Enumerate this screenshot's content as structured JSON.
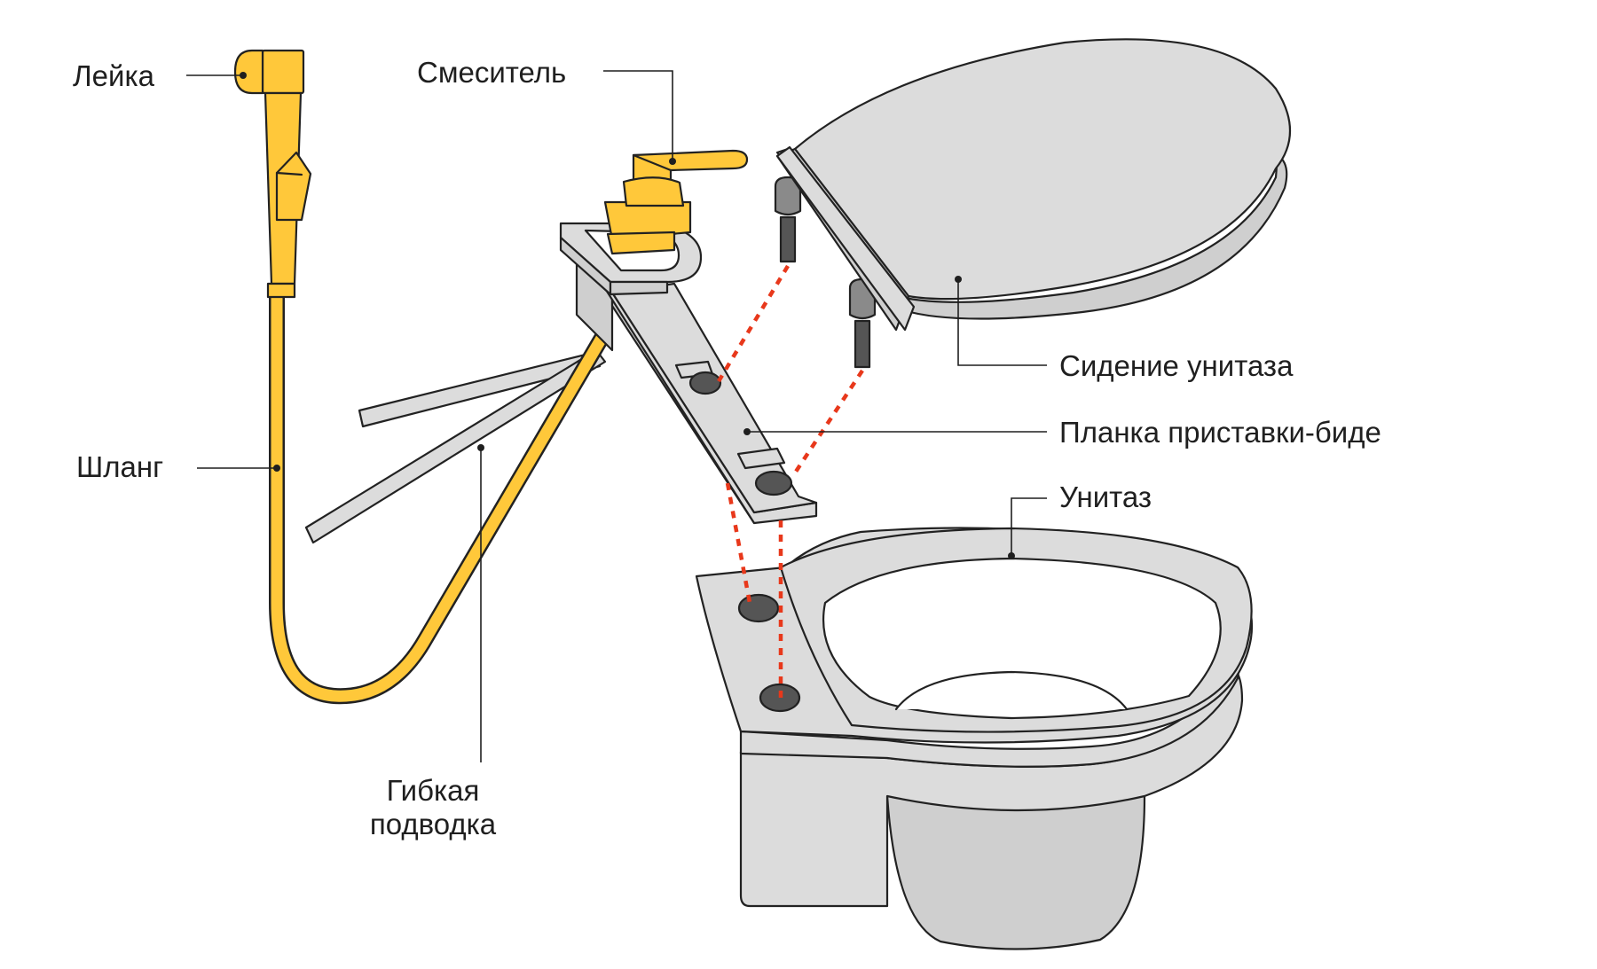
{
  "labels": {
    "leika": "Лейка",
    "smesitel": "Смеситель",
    "shlang": "Шланг",
    "gibkaya_line1": "Гибкая",
    "gibkaya_line2": "подводка",
    "sidenie": "Сидение унитаза",
    "planka": "Планка приставки-биде",
    "unitaz": "Унитаз"
  },
  "colors": {
    "accent_yellow": "#ffc83a",
    "part_grey": "#dcdcdc",
    "outline": "#222222",
    "guide_red": "#e8381b",
    "text": "#1f1f1f"
  }
}
